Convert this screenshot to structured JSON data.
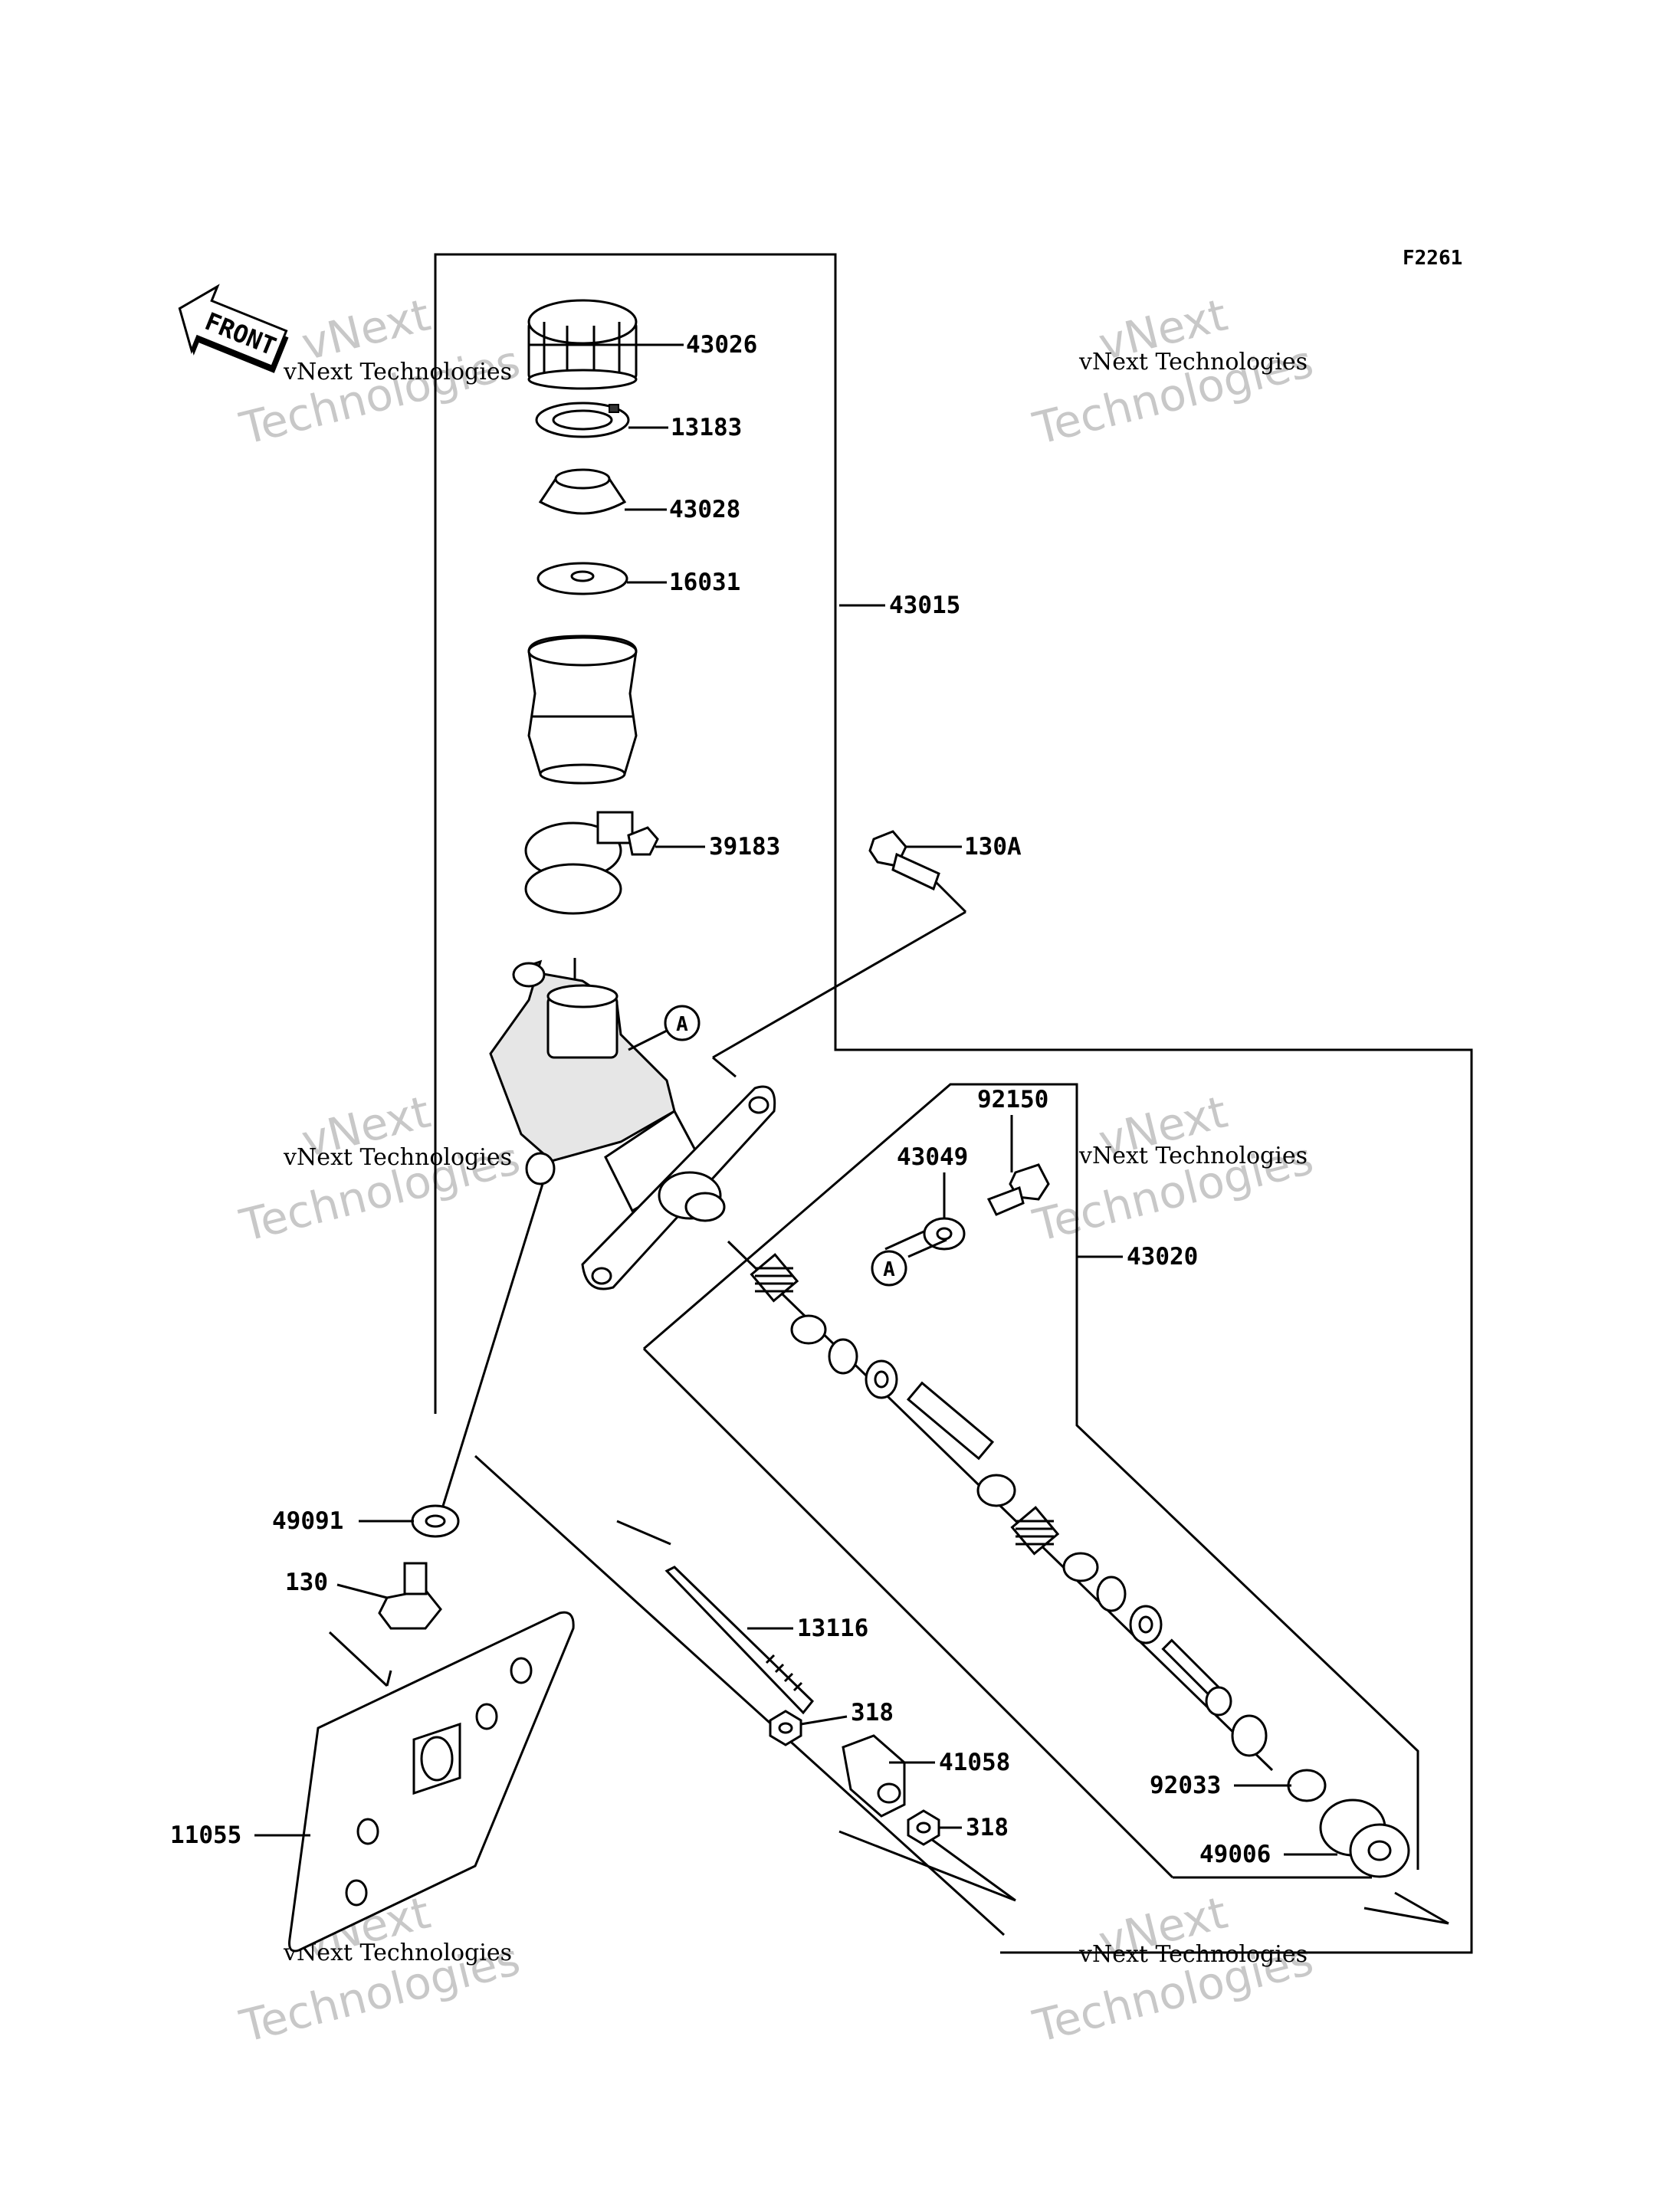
{
  "diagram_code": "F2261",
  "front_label": "FRONT",
  "watermark": {
    "line1": "vNext Technologies",
    "line2": "vNext",
    "line3": "Technologies"
  },
  "callout_A": "A",
  "parts": {
    "p43026": "43026",
    "p13183": "13183",
    "p43028": "43028",
    "p16031": "16031",
    "p43015": "43015",
    "p39183": "39183",
    "p130A": "130A",
    "p92150": "92150",
    "p43049": "43049",
    "p43020": "43020",
    "p49091": "49091",
    "p130": "130",
    "p13116": "13116",
    "p318a": "318",
    "p41058": "41058",
    "p318b": "318",
    "p92033": "92033",
    "p11055": "11055",
    "p49006": "49006"
  }
}
